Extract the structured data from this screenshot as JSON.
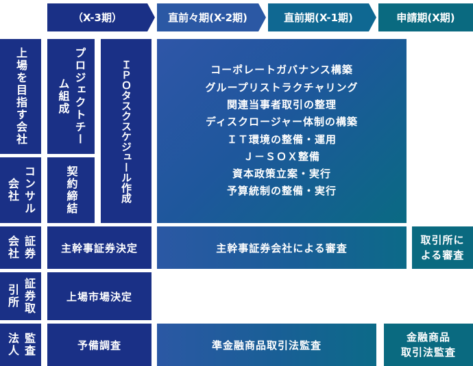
{
  "phases": [
    {
      "label": "（X-3期）",
      "color": "#1a3086"
    },
    {
      "label": "直前々期(X-2期)",
      "color": "#2b58a4"
    },
    {
      "label": "直前期(X-1期)",
      "color": "#0f6892"
    },
    {
      "label": "申請期(X期)",
      "color": "#0a6a80"
    }
  ],
  "rows": {
    "company": "上場を目指す会社",
    "consultant": "コンサル会社",
    "securities_firm": "証券会社",
    "exchange": "証券取引所",
    "auditor": "監査法人"
  },
  "cells": {
    "project_team": "プロジェクトチーム組成",
    "ipo_schedule": "ＩＰＯタスクスケジュール作成",
    "contract": "契約締結",
    "main_tasks": [
      "コーポレートガバナンス構築",
      "グループリストラクチャリング",
      "関連当事者取引の整理",
      "ディスクロージャー体制の構築",
      "ＩＴ環境の整備・運用",
      "Ｊ－ＳＯＸ整備",
      "資本政策立案・実行",
      "予算統制の整備・実行"
    ],
    "lead_underwriter_decision": "主幹事証券決定",
    "lead_underwriter_review": "主幹事証券会社による審査",
    "exchange_review": [
      "取引所に",
      "よる審査"
    ],
    "market_decision": "上場市場決定",
    "preliminary_survey": "予備調査",
    "quasi_audit": "準金融商品取引法監査",
    "fiea_audit": [
      "金融商品",
      "取引法監査"
    ]
  }
}
